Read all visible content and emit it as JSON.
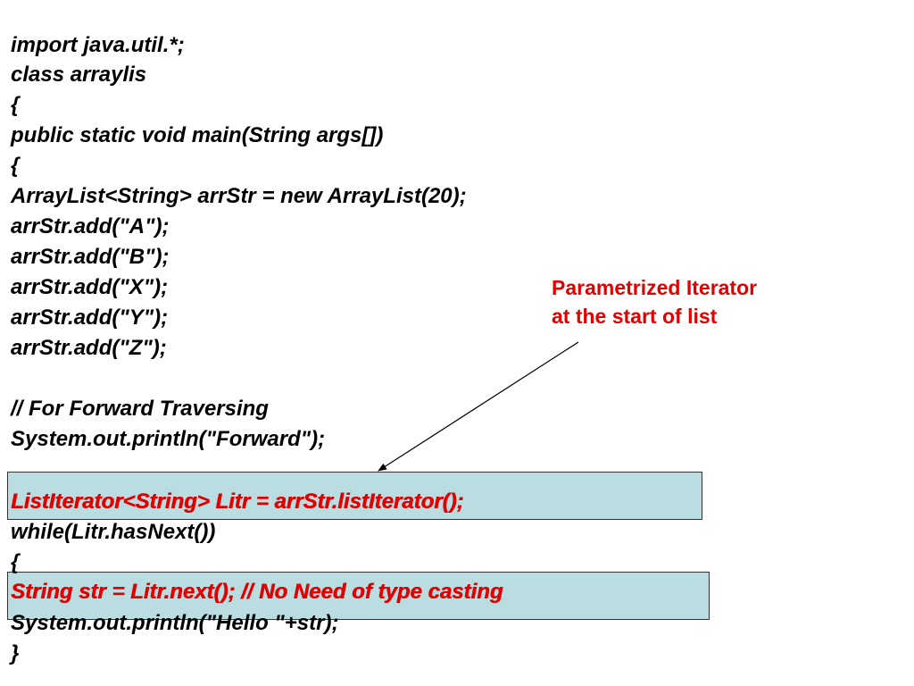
{
  "code": {
    "lines": [
      "import java.util.*;",
      "class arraylis",
      "{",
      "public static void main(String args[])",
      "{",
      "ArrayList<String> arrStr = new ArrayList(20);",
      "arrStr.add(\"A\");",
      "arrStr.add(\"B\");",
      "arrStr.add(\"X\");",
      "arrStr.add(\"Y\");",
      "arrStr.add(\"Z\");",
      "// For Forward Traversing",
      "System.out.println(\"Forward\");",
      "ListIterator<String> Litr = arrStr.listIterator();",
      "while(Litr.hasNext())",
      "{",
      "String str = Litr.next(); // No Need of type casting",
      "System.out.println(\"Hello \"+str);",
      "}"
    ]
  },
  "annotation": {
    "line1": "Parametrized Iterator",
    "line2": "at the start of list"
  },
  "colors": {
    "highlight_fill": "#b9dde0",
    "annotation_red": "#e00000",
    "code_text": "#000000"
  }
}
